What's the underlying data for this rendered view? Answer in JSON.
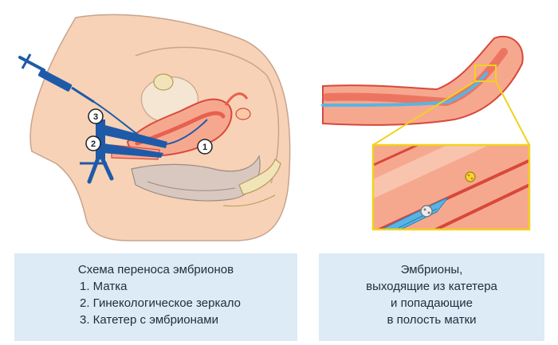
{
  "left_caption": {
    "title": "Схема переноса эмбрионов",
    "items": [
      "1. Матка",
      "2. Гинекологическое зеркало",
      "3. Катетер с эмбрионами"
    ]
  },
  "right_caption": {
    "lines": [
      "Эмбрионы,",
      "выходящие из катетера",
      "и попадающие",
      "в полость матки"
    ]
  },
  "markers": [
    "1",
    "2",
    "3"
  ],
  "colors": {
    "skin": "#f7d2b6",
    "uterus": "#e8604f",
    "uterus_light": "#f6a88f",
    "instrument": "#1e5aa8",
    "catheter": "#59b4e3",
    "zoom_frame": "#f2d21b",
    "caption_bg": "#dcebf5"
  }
}
